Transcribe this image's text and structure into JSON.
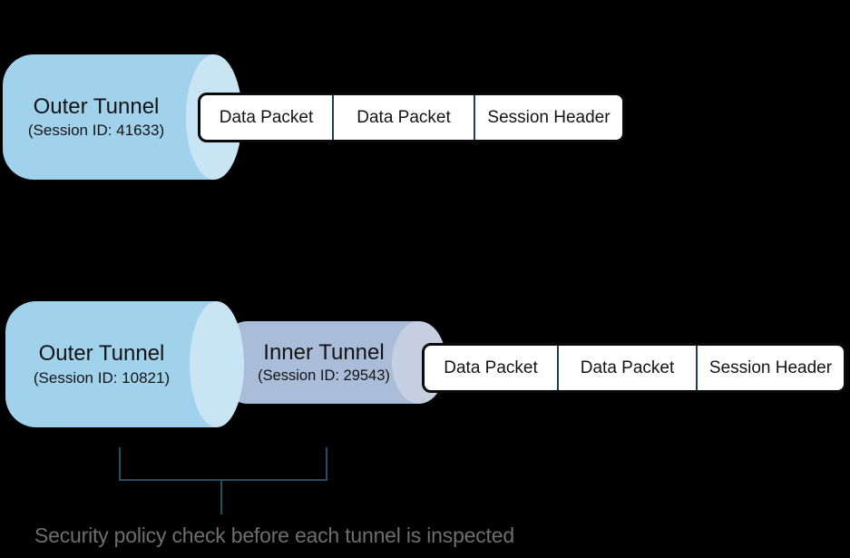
{
  "colors": {
    "background": "#000000",
    "outer-body": "#A0D2EC",
    "outer-cap": "#C9E5F4",
    "inner-body": "#A9BDD8",
    "inner-cap": "#C5CFE1",
    "strip-fill": "#FFFFFF",
    "strip-border": "#0A0A0A",
    "divider": "#1B4054",
    "bracket": "#1F5063",
    "caption": "#6E6E6E",
    "text-dark": "#141414"
  },
  "top_diagram": {
    "outer_tunnel": {
      "title": "Outer Tunnel",
      "subtitle": "(Session ID: 41633)"
    },
    "packets": [
      "Data Packet",
      "Data Packet",
      "Session Header"
    ]
  },
  "bottom_diagram": {
    "outer_tunnel": {
      "title": "Outer Tunnel",
      "subtitle": "(Session ID: 10821)"
    },
    "inner_tunnel": {
      "title": "Inner Tunnel",
      "subtitle": "(Session ID: 29543)"
    },
    "packets": [
      "Data Packet",
      "Data Packet",
      "Session Header"
    ]
  },
  "caption": "Security policy check before each tunnel is inspected"
}
